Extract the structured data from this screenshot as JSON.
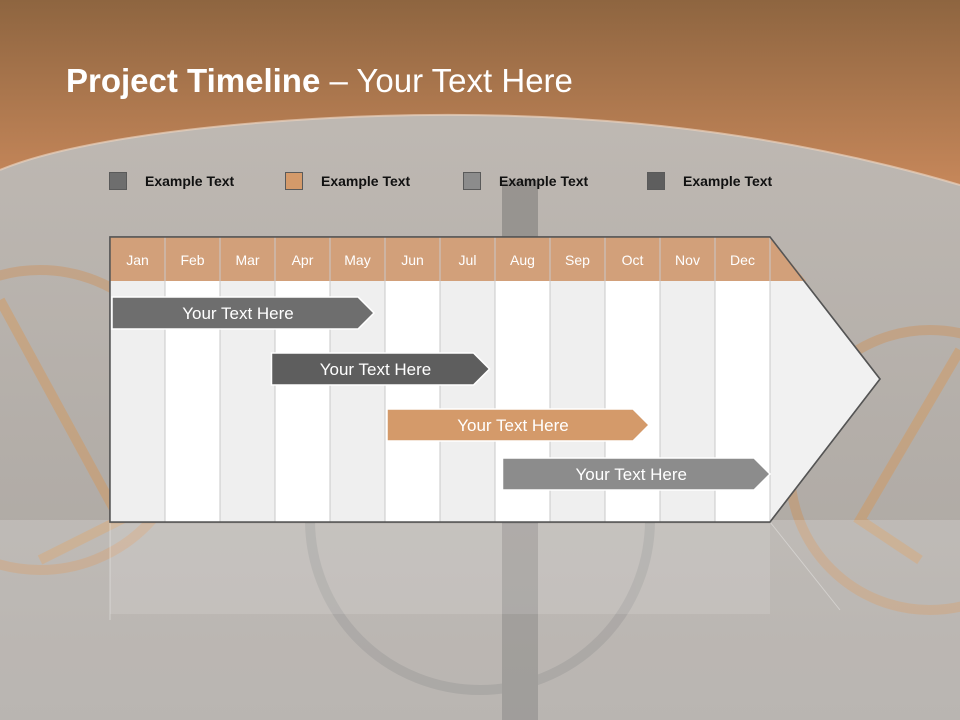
{
  "slide": {
    "title_bold": "Project Timeline",
    "title_rest": " – Your Text Here"
  },
  "legend": [
    {
      "label": "Example Text",
      "color": "#6e6e6e",
      "icon": "gray-square-icon"
    },
    {
      "label": "Example Text",
      "color": "#d49a6a",
      "icon": "orange-square-icon"
    },
    {
      "label": "Example Text",
      "color": "#8c8c8c",
      "icon": "light-gray-square-icon"
    },
    {
      "label": "Example Text",
      "color": "#5e5e5e",
      "icon": "dark-gray-square-icon"
    }
  ],
  "months": [
    "Jan",
    "Feb",
    "Mar",
    "Apr",
    "May",
    "Jun",
    "Jul",
    "Aug",
    "Sep",
    "Oct",
    "Nov",
    "Dec"
  ],
  "tasks": [
    {
      "label": "Your  Text Here",
      "start_month": 1,
      "end_month": 4.8,
      "color": "#6e6e6e"
    },
    {
      "label": "Your  Text Here",
      "start_month": 3.9,
      "end_month": 6.9,
      "color": "#5e5e5e"
    },
    {
      "label": "Your  Text Here",
      "start_month": 6.0,
      "end_month": 9.8,
      "color": "#d49a6a"
    },
    {
      "label": "Your  Text Here",
      "start_month": 8.1,
      "end_month": 12.0,
      "color": "#8c8c8c"
    }
  ],
  "colors": {
    "header_bar": "#b8865a",
    "month_header": "#d2a07a",
    "grid_line": "#c9c9c9"
  }
}
